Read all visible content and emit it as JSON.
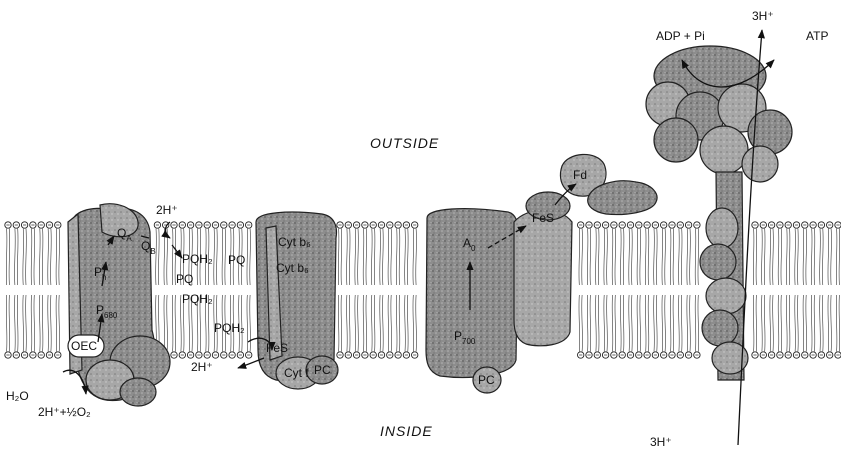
{
  "regions": {
    "outside": "OUTSIDE",
    "inside": "INSIDE"
  },
  "photosystem_ii": {
    "qa": "Q",
    "qa_sub": "A",
    "qb": "Q",
    "qb_sub": "B",
    "ph": "P",
    "ph_sub": "h",
    "p680": "P",
    "p680_sub": "680",
    "oec": "OEC",
    "water": "H₂O",
    "products": "2H⁺+½O₂",
    "proton_out": "2H⁺"
  },
  "plastoquinone_pool": {
    "pqh2_top": "PQH₂",
    "pq_1": "PQ",
    "pq_2": "PQ",
    "pqh2_mid": "PQH₂",
    "pqh2_low": "PQH₂"
  },
  "cytochrome_complex": {
    "cytb6_upper": "Cyt b₆",
    "cytb6_lower": "Cyt b₆",
    "fes": "FeS",
    "cytf": "Cyt f",
    "pc": "PC",
    "proton_in": "2H⁺"
  },
  "photosystem_i": {
    "a0": "A",
    "a0_sub": "0",
    "fes": "FeS",
    "fd": "Fd",
    "p700": "P",
    "p700_sub": "700",
    "pc": "PC"
  },
  "atp_synthase": {
    "adp_pi": "ADP + Pi",
    "atp": "ATP",
    "proton_top": "3H⁺",
    "proton_bottom": "3H⁺"
  }
}
